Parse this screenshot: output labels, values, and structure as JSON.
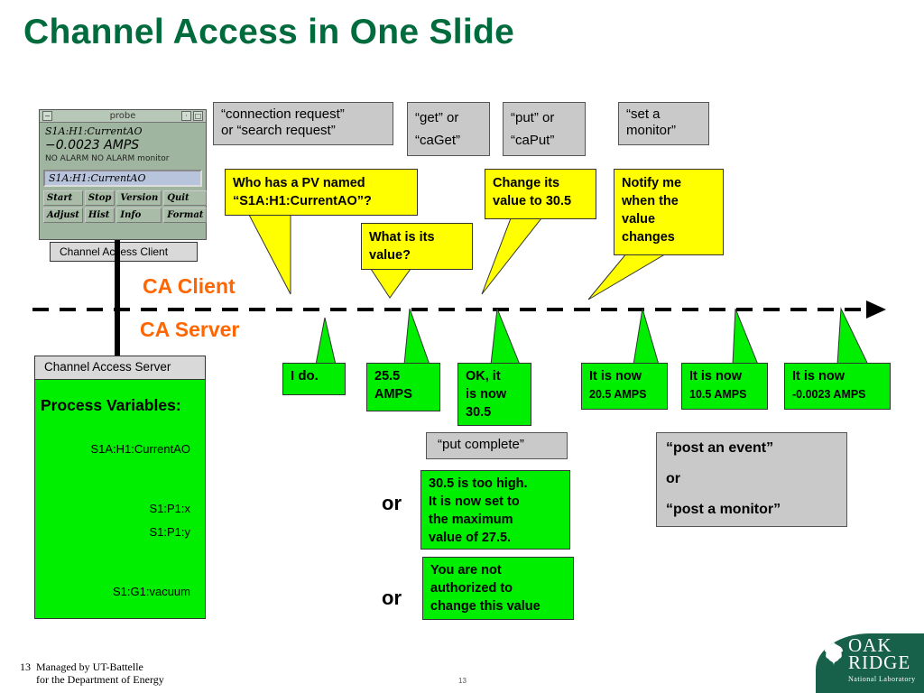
{
  "title": "Channel Access in One Slide",
  "requests": {
    "connection": [
      "“connection request”",
      "or “search request”"
    ],
    "get": [
      "“get” or",
      "“caGet”"
    ],
    "put": [
      "“put” or",
      "“caPut”"
    ],
    "monitor": [
      "“set a",
      "monitor”"
    ]
  },
  "bubbles": {
    "who": [
      "Who has a PV named",
      "“S1A:H1:CurrentAO”?"
    ],
    "what": [
      "What is its",
      "value?"
    ],
    "change": [
      "Change its",
      "value to 30.5"
    ],
    "notify": [
      "Notify me",
      "when the",
      "value",
      "changes"
    ]
  },
  "labels": {
    "ca_client": "CA Client",
    "ca_server": "CA Server",
    "client_caption": "Channel Access Client",
    "server_caption": "Channel Access Server",
    "pv_heading": "Process Variables:",
    "or1": "or",
    "or2": "or"
  },
  "process_variables": [
    "S1A:H1:CurrentAO",
    "S1:P1:x",
    "S1:P1:y",
    "S1:G1:vacuum"
  ],
  "replies": {
    "ido": "I do.",
    "amps": [
      "25.5",
      "AMPS"
    ],
    "ok": [
      "OK, it",
      "is now",
      "30.5"
    ],
    "now1": [
      "It is now",
      "20.5 AMPS"
    ],
    "now2": [
      "It is now",
      "10.5 AMPS"
    ],
    "now3": [
      "It is now",
      "-0.0023 AMPS"
    ],
    "too_high": [
      "30.5 is too high.",
      "It is now set to",
      "the maximum",
      "value of 27.5."
    ],
    "not_auth": [
      "You are not",
      "authorized to",
      "change this value"
    ]
  },
  "put_complete": "“put complete”",
  "post_event": [
    "“post an event”",
    "or",
    "“post a monitor”"
  ],
  "probe": {
    "window_title": "probe",
    "pv_name": "S1A:H1:CurrentAO",
    "value": "−0.0023 AMPS",
    "status": "NO ALARM  NO ALARM  monitor",
    "input_value": "S1A:H1:CurrentAO",
    "buttons": [
      "Start",
      "Stop",
      "Version",
      "Quit",
      "Adjust",
      "Hist",
      "Info",
      "Format"
    ]
  },
  "footer": {
    "page_number": "13",
    "managed_by": "Managed by UT-Battelle",
    "department": "for the Department of Energy",
    "center_number": "13"
  },
  "logo": {
    "line1": "OAK",
    "line2": "RIDGE",
    "line3": "National Laboratory"
  },
  "colors": {
    "title": "#006b3c",
    "orange": "#ff6600",
    "yellow": "#ffff00",
    "green": "#00ee00",
    "gray": "#c9c9c9",
    "logo_bg": "#17604a"
  }
}
